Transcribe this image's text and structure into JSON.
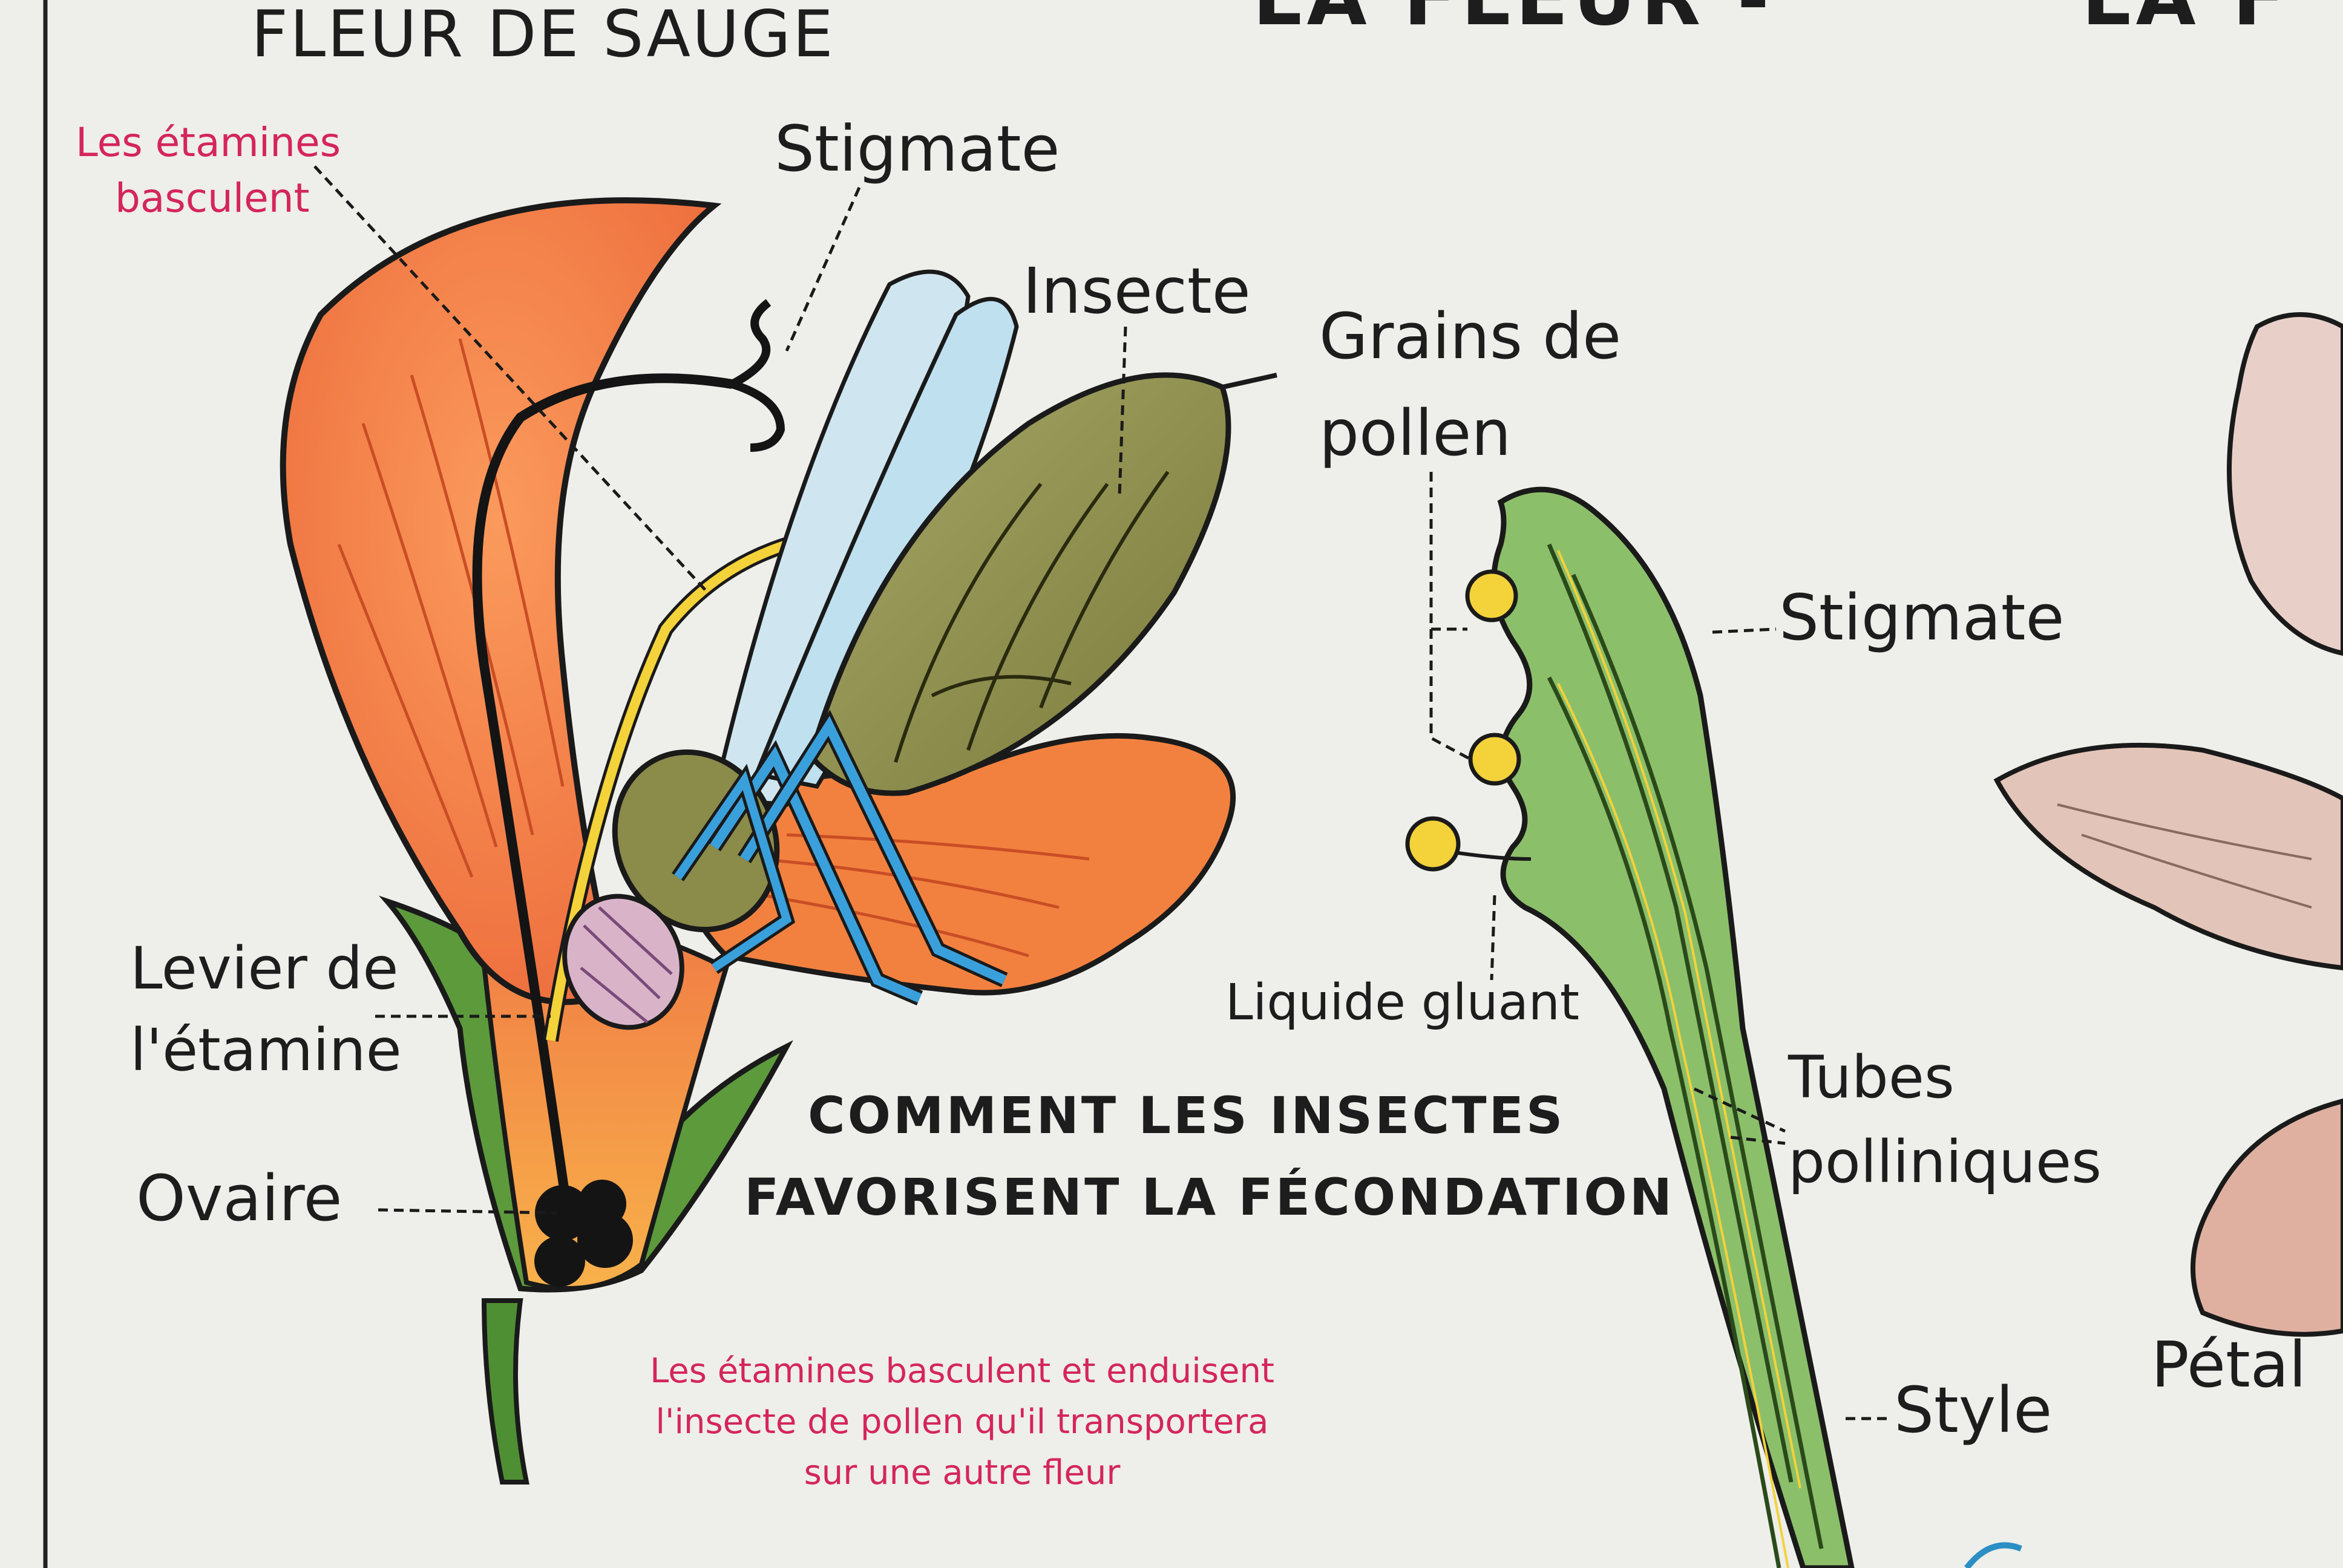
{
  "header": {
    "section_title": "FLEUR DE SAUGE",
    "main_title_left": "LA FLEUR -",
    "main_title_right": "LA F"
  },
  "left_diagram": {
    "red_note_line1": "Les étamines",
    "red_note_line2": "basculent",
    "stigmate": "Stigmate",
    "insecte": "Insecte",
    "levier_line1": "Levier de",
    "levier_line2": "l'étamine",
    "ovaire": "Ovaire",
    "heading_line1": "COMMENT LES INSECTES",
    "heading_line2": "FAVORISENT LA FÉCONDATION",
    "caption_line1": "Les étamines basculent et enduisent",
    "caption_line2": "l'insecte de pollen qu'il transportera",
    "caption_line3": "sur une autre fleur"
  },
  "right_diagram": {
    "grains_line1": "Grains de",
    "grains_line2": "pollen",
    "stigmate": "Stigmate",
    "liquide": "Liquide gluant",
    "tubes_line1": "Tubes",
    "tubes_line2": "polliniques",
    "style": "Style",
    "petale_partial": "Pétal"
  },
  "colors": {
    "background": "#eeeeea",
    "petal_orange": "#f07a45",
    "leaf_green": "#5c9a3c",
    "stem_green": "#8cbf6a",
    "insect_olive": "#8b8b4a",
    "wing_blue": "#bfe0ef",
    "leg_blue": "#3aa0dc",
    "pollen_yellow": "#f4d23a",
    "label_red": "#d4265a",
    "petal_pink": "#e3b9a8"
  }
}
